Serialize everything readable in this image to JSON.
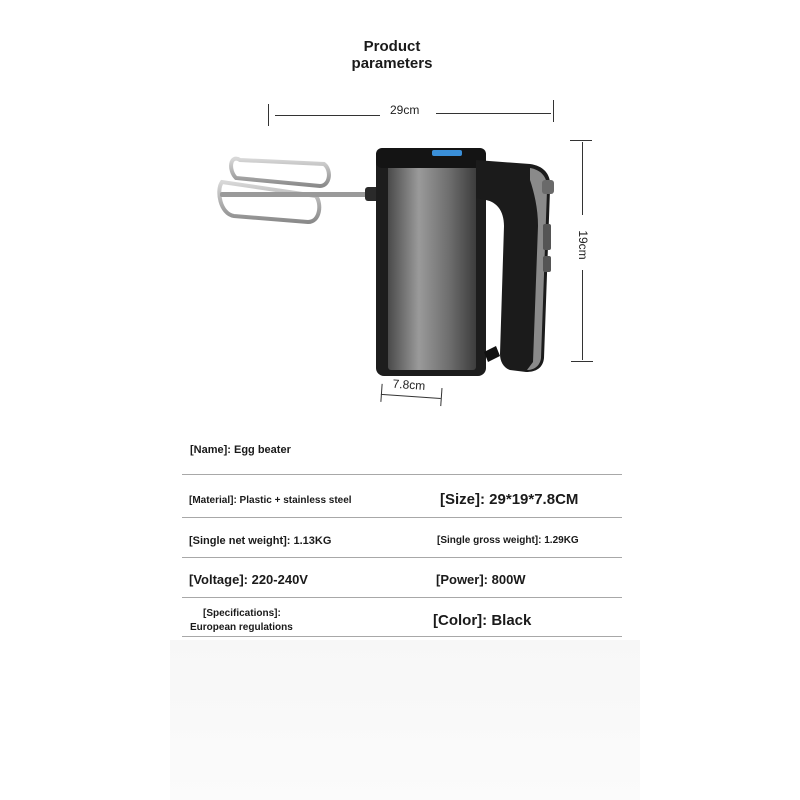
{
  "header": {
    "title_line1": "Product",
    "title_line2": "parameters"
  },
  "dimensions": {
    "length": "29cm",
    "height": "19cm",
    "width": "7.8cm"
  },
  "product_image": {
    "icon": "hand-mixer-illustration",
    "color": "#1b1b1b",
    "body_color": "#7d7d7d"
  },
  "specs": {
    "name": "[Name]: Egg beater",
    "material": "[Material]: Plastic + stainless steel",
    "size": "[Size]: 29*19*7.8CM",
    "net_weight": "[Single net weight]: 1.13KG",
    "gross_weight": "[Single gross weight]: 1.29KG",
    "voltage": "[Voltage]: 220-240V",
    "power": "[Power]: 800W",
    "specifications_label": "[Specifications]:",
    "specifications_value": "European regulations",
    "color": "[Color]: Black"
  }
}
